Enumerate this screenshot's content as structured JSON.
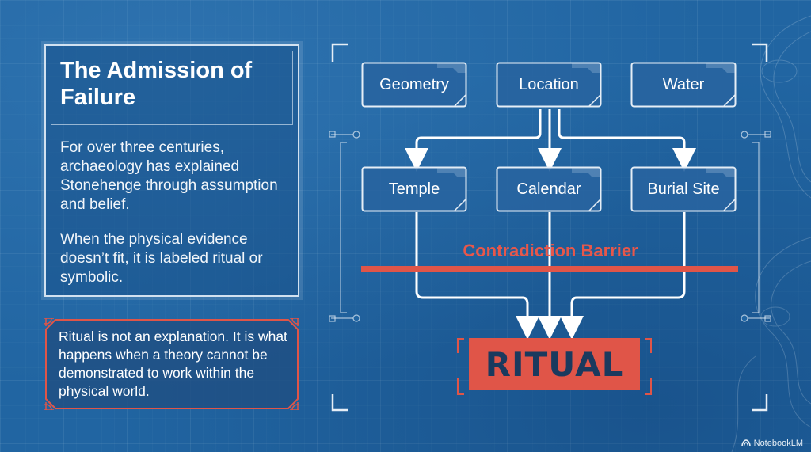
{
  "panel": {
    "title": "The Admission of Failure",
    "para1": "For over three centuries, archaeology has explained Stonehenge through assumption and belief.",
    "para2": "When the physical evidence doesn’t fit, it is labeled ritual or symbolic."
  },
  "callout": {
    "text": "Ritual is not an explanation. It is what happens when a theory cannot be demonstrated to work within the physical world."
  },
  "diagram": {
    "top_nodes": [
      "Geometry",
      "Location",
      "Water"
    ],
    "mid_nodes": [
      "Temple",
      "Calendar",
      "Burial Site"
    ],
    "barrier_label": "Contradiction Barrier",
    "result": "RITUAL"
  },
  "colors": {
    "background": "#2165a2",
    "accent_red": "#e05548",
    "node_border": "#e6eef6"
  },
  "brand": {
    "name": "NotebookLM"
  }
}
